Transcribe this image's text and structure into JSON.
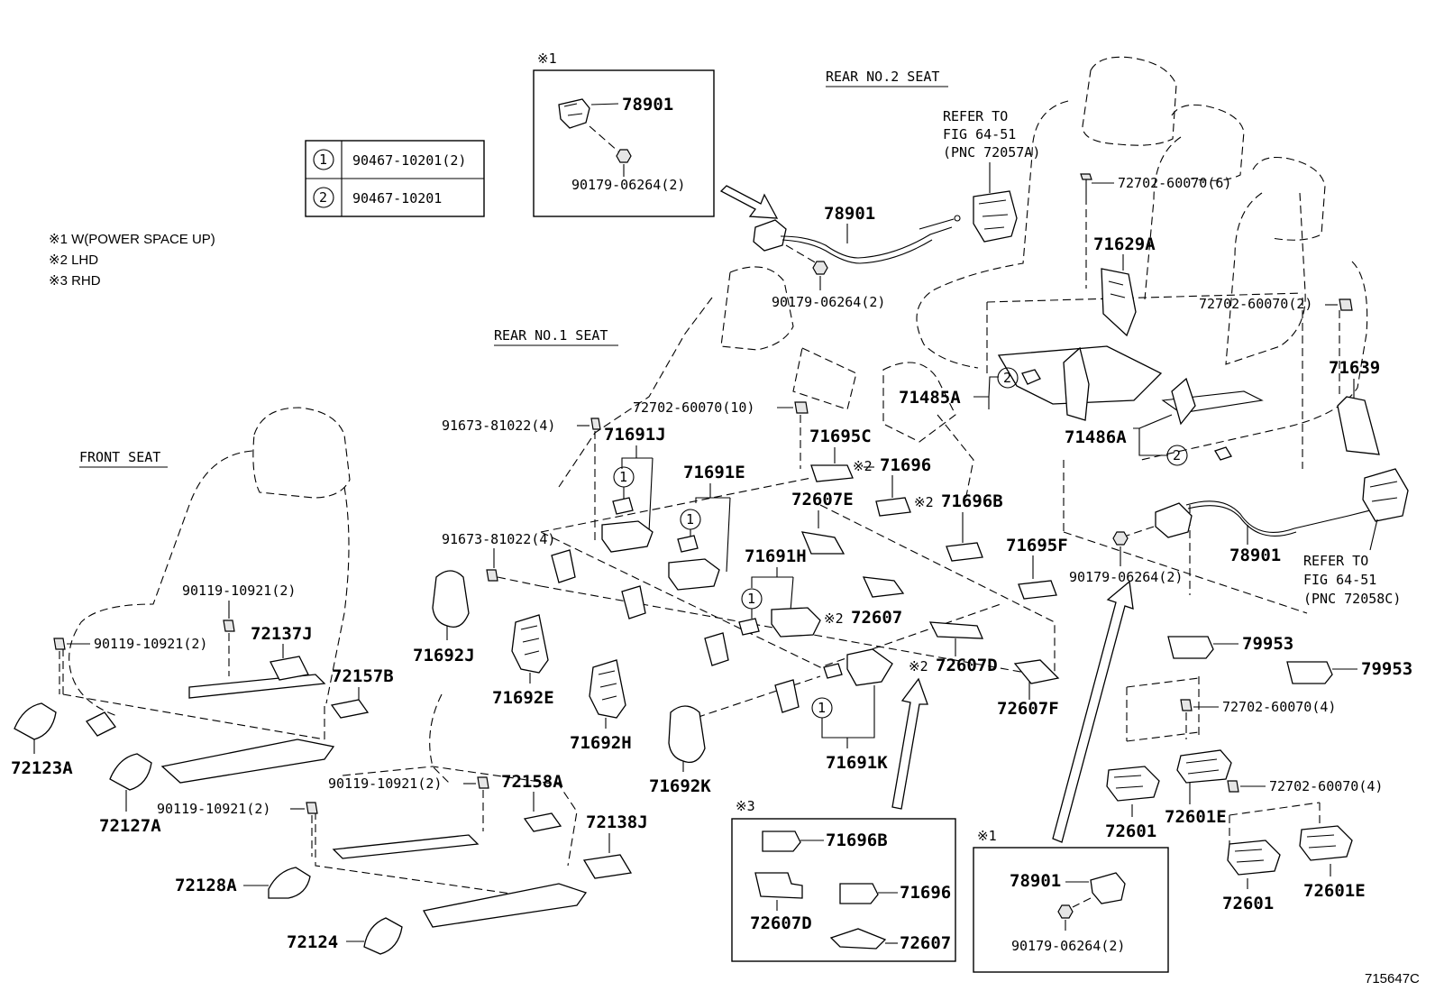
{
  "section_titles": {
    "rear_no2": "REAR NO.2 SEAT",
    "rear_no1": "REAR NO.1 SEAT",
    "front": "FRONT SEAT"
  },
  "legend_table": [
    {
      "num": "1",
      "part": "90467-10201(2)"
    },
    {
      "num": "2",
      "part": "90467-10201"
    }
  ],
  "notes": [
    "※1 W(POWER SPACE UP)",
    "※2 LHD",
    "※3 RHD"
  ],
  "refer": {
    "top": [
      "REFER TO",
      "FIG 64-51",
      "(PNC 72057A)"
    ],
    "right": [
      "REFER TO",
      "FIG 64-51",
      "(PNC 72058C)"
    ]
  },
  "inset1_top": {
    "mark": "※1",
    "p1": "78901",
    "p2": "90179-06264(2)"
  },
  "inset3": {
    "mark": "※3",
    "p1": "71696B",
    "p2": "71696",
    "p3": "72607D",
    "p4": "72607"
  },
  "inset1_bottom": {
    "mark": "※1",
    "p1": "78901",
    "p2": "90179-06264(2)"
  },
  "labels": {
    "c78901_top": "78901",
    "b90179_top": "90179-06264(2)",
    "b72702_6": "72702-60070(6)",
    "c71629A": "71629A",
    "b72702_2": "72702-60070(2)",
    "c71639": "71639",
    "c71485A": "71485A",
    "c71486A": "71486A",
    "b72702_10": "72702-60070(10)",
    "c71695C": "71695C",
    "m71696": "※2",
    "c71696": "71696",
    "m71696B": "※2",
    "c71696B": "71696B",
    "c72607E": "72607E",
    "c71695F": "71695F",
    "c78901_right": "78901",
    "b90179_right": "90179-06264(2)",
    "b91673_top": "91673-81022(4)",
    "c71691J": "71691J",
    "c71691E": "71691E",
    "b91673_mid": "91673-81022(4)",
    "c71691H": "71691H",
    "m72607": "※2",
    "c72607": "72607",
    "m72607D": "※2",
    "c72607D": "72607D",
    "c72607F": "72607F",
    "c71692J": "71692J",
    "c71692E": "71692E",
    "c71692H": "71692H",
    "c71692K": "71692K",
    "c71691K": "71691K",
    "c79953a": "79953",
    "c79953b": "79953",
    "b72702_4a": "72702-60070(4)",
    "b72702_4b": "72702-60070(4)",
    "c72601a": "72601",
    "c72601Ea": "72601E",
    "c72601b": "72601",
    "c72601Eb": "72601E",
    "b90119_a": "90119-10921(2)",
    "b90119_b": "90119-10921(2)",
    "c72137J": "72137J",
    "c72157B": "72157B",
    "c72123A": "72123A",
    "c72127A": "72127A",
    "b90119_c": "90119-10921(2)",
    "c72158A": "72158A",
    "b90119_d": "90119-10921(2)",
    "c72138J": "72138J",
    "c72128A": "72128A",
    "c72124": "72124",
    "fig_id": "715647C"
  }
}
